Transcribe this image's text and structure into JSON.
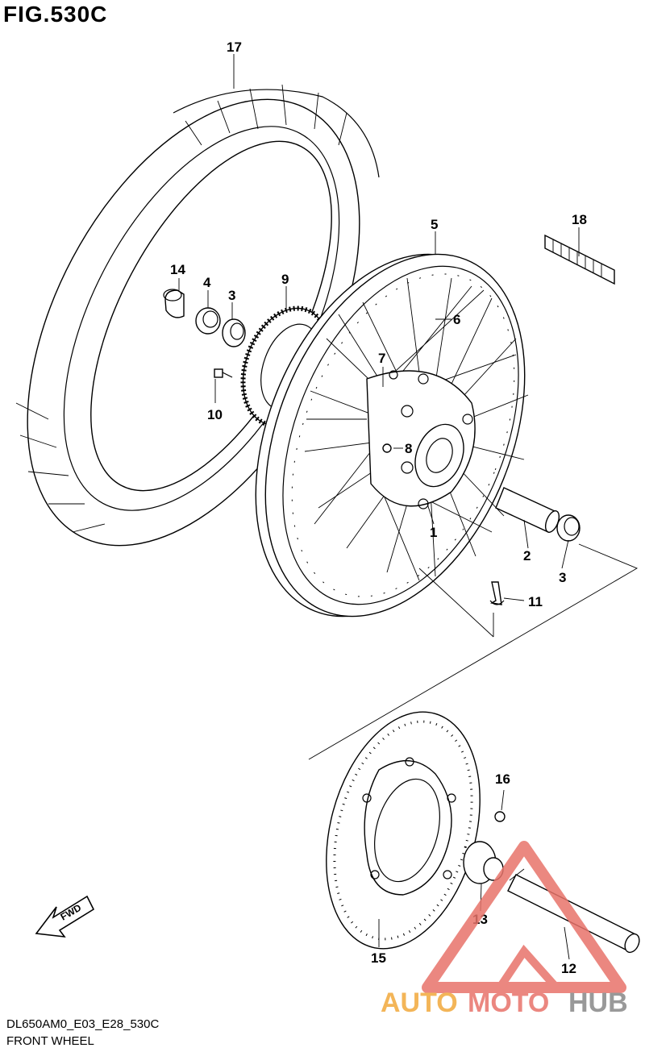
{
  "header": {
    "figure_title": "FIG.530C"
  },
  "footer": {
    "code": "DL650AM0_E03_E28_530C",
    "caption": "FRONT WHEEL"
  },
  "fwd_badge": "FWD",
  "callouts": {
    "c1": "1",
    "c2": "2",
    "c3a": "3",
    "c3b": "3",
    "c4": "4",
    "c5": "5",
    "c6": "6",
    "c7": "7",
    "c8": "8",
    "c9": "9",
    "c10": "10",
    "c11": "11",
    "c12": "12",
    "c13": "13",
    "c14": "14",
    "c15": "15",
    "c16": "16",
    "c17": "17",
    "c18": "18"
  },
  "watermark": {
    "part_auto": "AUTO",
    "part_moto": "MOTO",
    "part_hub": "HUB",
    "color_red": "#e8736a",
    "color_orange": "#f2a93b",
    "color_gray": "#888888"
  }
}
